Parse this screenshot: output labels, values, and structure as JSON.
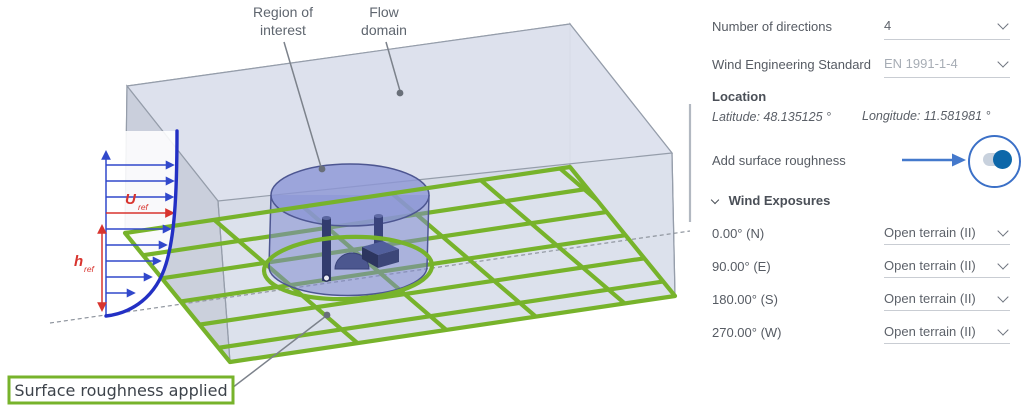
{
  "diagram": {
    "region_label": {
      "line1": "Region of",
      "line2": "interest"
    },
    "flow_label": {
      "line1": "Flow",
      "line2": "domain"
    },
    "surface_label": "Surface roughness applied",
    "u_ref": {
      "symbol": "U",
      "subscript": "ref"
    },
    "h_ref": {
      "symbol": "h",
      "subscript": "ref"
    },
    "colors": {
      "roughness_green": "#77b32b",
      "wind_blue": "#3148cb",
      "profile_curve_blue": "#2330c4",
      "annotation_red": "#d8342e",
      "domain_fill": "#dde2ee",
      "domain_side_fill": "#c9cfdb",
      "cylinder_fill": "#8d97d3",
      "object_navy": "#323c6e"
    }
  },
  "panel": {
    "fields": [
      {
        "label": "Number of directions",
        "value": "4"
      },
      {
        "label": "Wind Engineering Standard",
        "value": "EN 1991-1-4"
      }
    ],
    "location": {
      "heading": "Location",
      "latitude": "Latitude: 48.135125 °",
      "longitude": "Longitude: 11.581981 °"
    },
    "surface_roughness": {
      "label": "Add surface roughness",
      "state": "on"
    },
    "wind_exposures": {
      "heading": "Wind Exposures",
      "rows": [
        {
          "label": "0.00° (N)",
          "value": "Open terrain (II)"
        },
        {
          "label": "90.00° (E)",
          "value": "Open terrain (II)"
        },
        {
          "label": "180.00° (S)",
          "value": "Open terrain (II)"
        },
        {
          "label": "270.00° (W)",
          "value": "Open terrain (II)"
        }
      ]
    },
    "toggle_color": "#0d67a9",
    "accent_blue": "#3b70c7"
  }
}
